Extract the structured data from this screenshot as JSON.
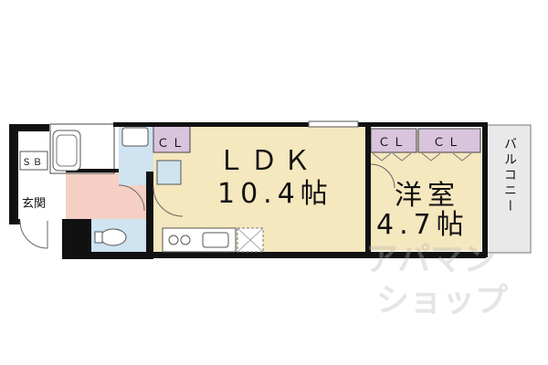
{
  "rooms": {
    "ldk_name": "ＬＤＫ",
    "ldk_size": "10.4帖",
    "western_name": "洋室",
    "western_size": "4.7帖",
    "closet1": "ＣＬ",
    "closet2": "ＣＬ",
    "closet3": "ＣＬ",
    "balcony": "バルコニー",
    "entrance": "玄関",
    "shoe_box": "ＳＢ"
  },
  "watermark": {
    "line1": "アパマン",
    "line2": "ショップ"
  },
  "colors": {
    "wall": "#111111",
    "ldk_floor": "#f5e7be",
    "western_floor": "#f5e7be",
    "entrance_floor": "#f5cfc4",
    "wet_area": "#cfe3f1",
    "closet": "#d8c4dc",
    "balcony": "#e9e9e9"
  }
}
